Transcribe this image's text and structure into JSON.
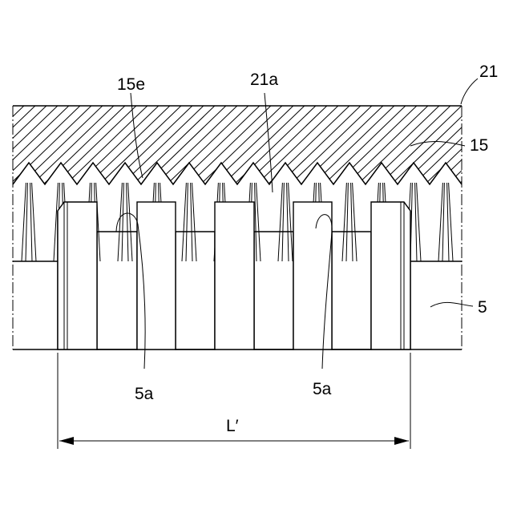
{
  "labels": {
    "part_21": "21",
    "part_15": "15",
    "part_15e": "15e",
    "part_21a": "21a",
    "part_5": "5",
    "part_5a_left": "5a",
    "part_5a_right": "5a",
    "dimension_L": "L′"
  }
}
